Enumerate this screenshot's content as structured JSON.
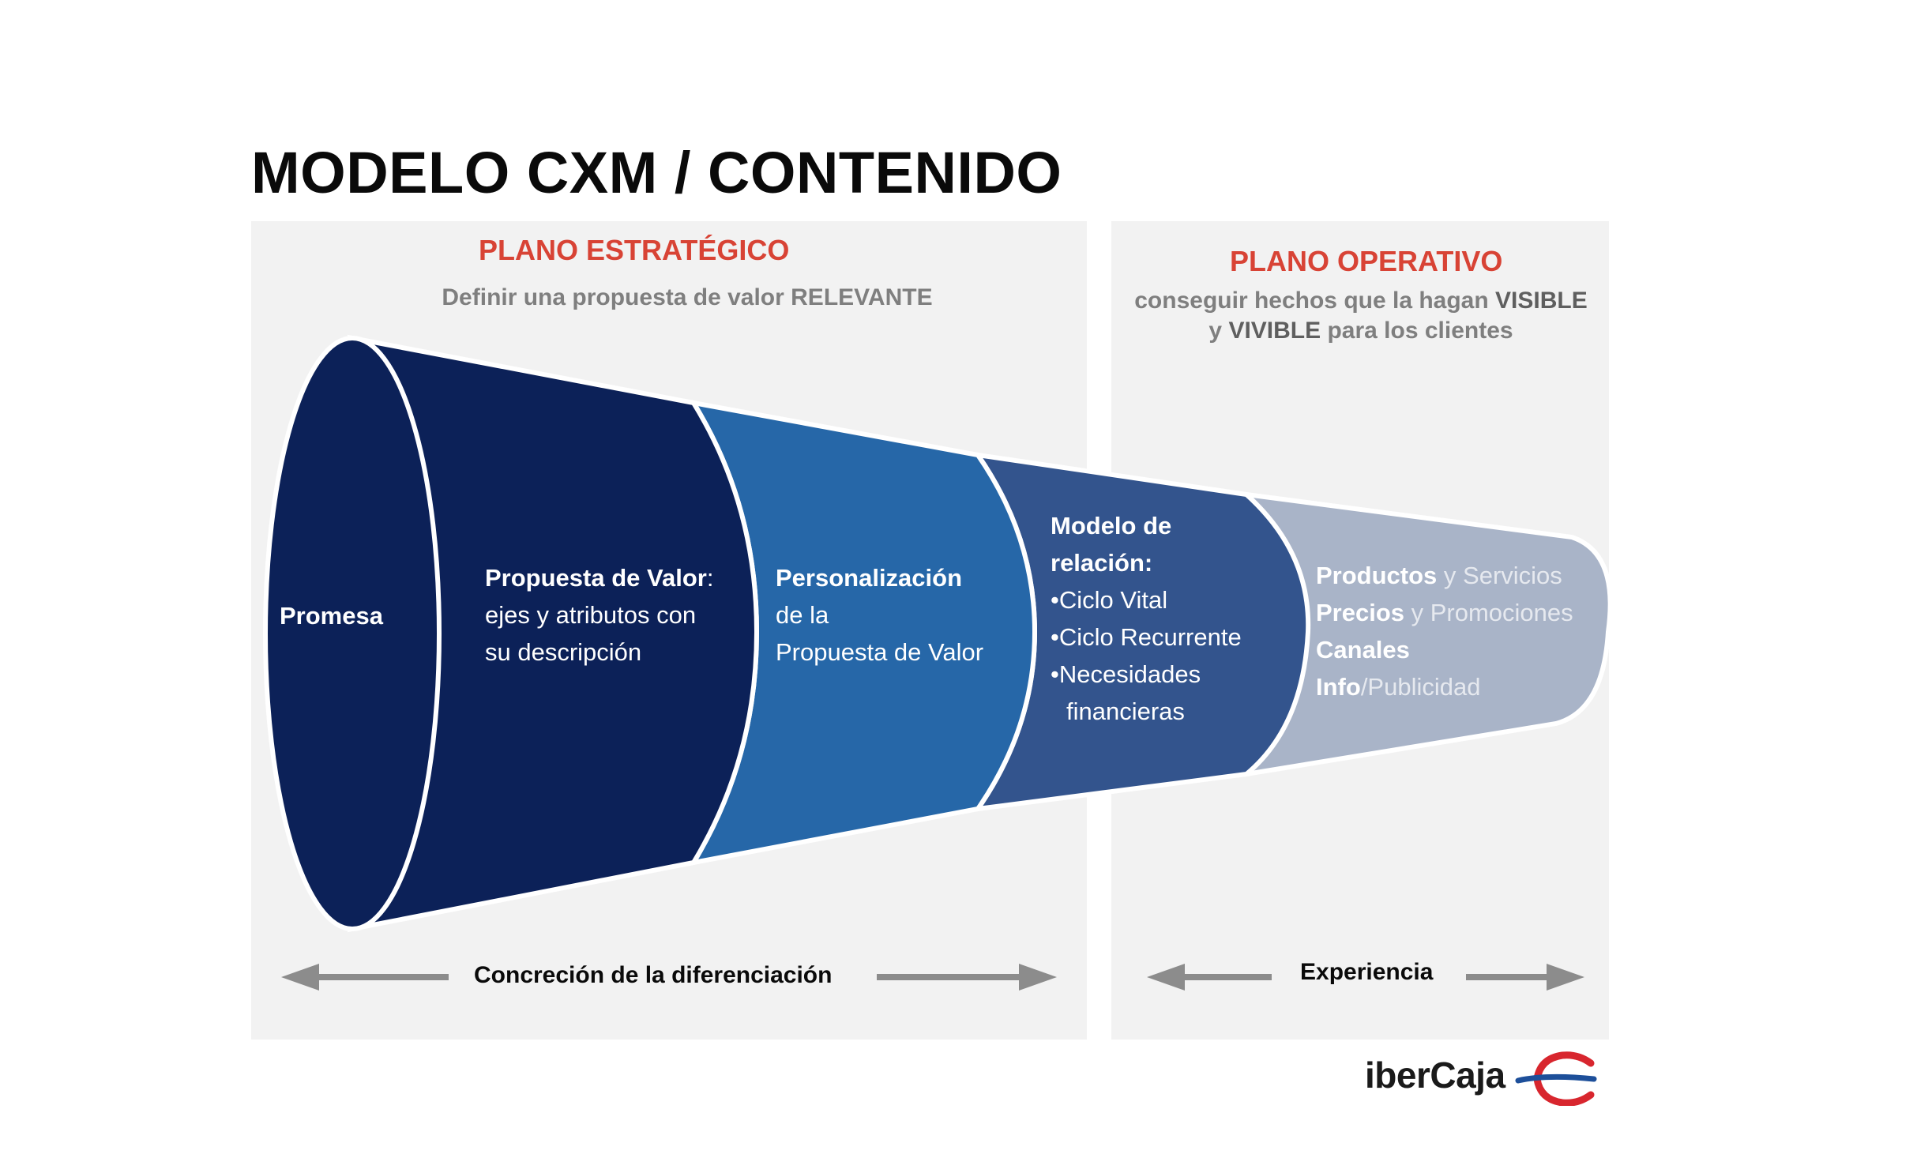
{
  "title": "MODELO CXM / CONTENIDO",
  "strategic": {
    "title": "PLANO ESTRATÉGICO",
    "subtitle": "Definir una propuesta de valor RELEVANTE",
    "axis_label": "Concreción de la diferenciación"
  },
  "operative": {
    "title": "PLANO OPERATIVO",
    "subtitle_line1_a": "conseguir hechos que la hagan ",
    "subtitle_line1_b": "VISIBLE",
    "subtitle_line2_a": "y ",
    "subtitle_line2_b": "VIVIBLE",
    "subtitle_line2_c": " para los clientes",
    "axis_label": "Experiencia"
  },
  "segments": {
    "promesa": "Promesa",
    "propuesta": {
      "head": "Propuesta de Valor",
      "colon": ":",
      "line2": "ejes y atributos con",
      "line3": "su descripción"
    },
    "personalizacion": {
      "head": "Personalización",
      "line2": "de la",
      "line3": "Propuesta de Valor"
    },
    "modelo": {
      "line1": "Modelo de",
      "line2": "relación:",
      "items": [
        "•Ciclo Vital",
        "•Ciclo Recurrente",
        "•Necesidades",
        "financieras"
      ]
    },
    "productos": {
      "r1_bold": "Productos",
      "r1_rest": " y Servicios",
      "r2_bold": "Precios",
      "r2_rest": " y Promociones",
      "r3_bold": "Canales",
      "r4_bold": "Info",
      "r4_rest": "/Publicidad"
    }
  },
  "colors": {
    "panel_bg": "#f2f2f2",
    "accent_red": "#d84335",
    "seg_dark": "#0c2158",
    "seg_blue": "#2667a8",
    "seg_mid": "#33548d",
    "seg_light": "#a9b4c8",
    "arrow_gray": "#8c8c8c"
  },
  "logo": {
    "text": "iberCaja"
  }
}
